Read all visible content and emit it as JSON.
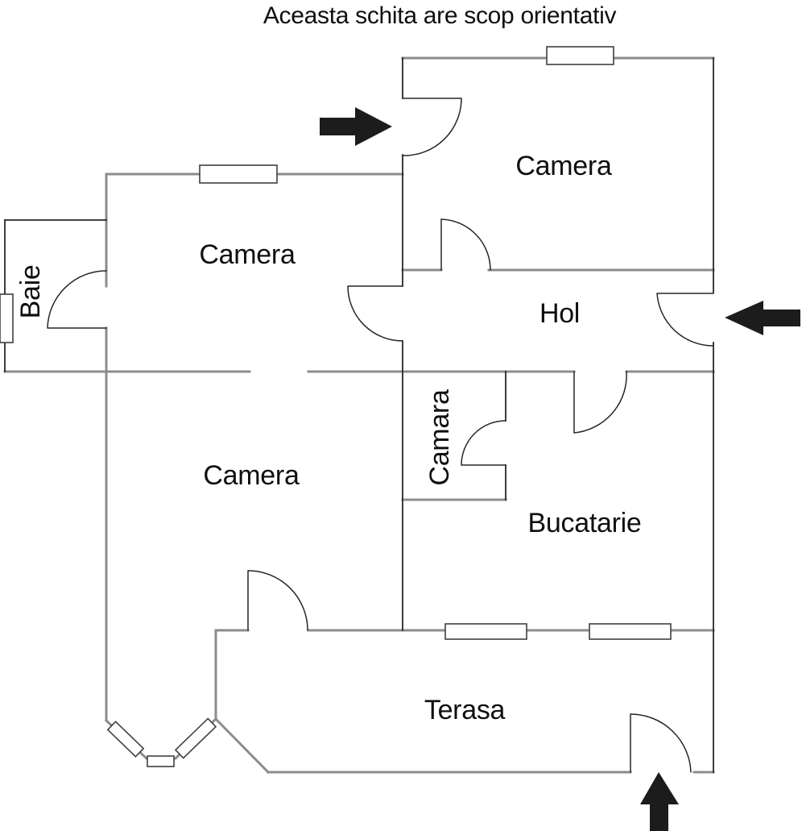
{
  "title": "Aceasta schita are scop orientativ",
  "rooms": {
    "camera_top": {
      "label": "Camera"
    },
    "camera_mid": {
      "label": "Camera"
    },
    "camera_bottom": {
      "label": "Camera"
    },
    "baie": {
      "label": "Baie"
    },
    "hol": {
      "label": "Hol"
    },
    "camara": {
      "label": "Camara"
    },
    "bucatarie": {
      "label": "Bucatarie"
    },
    "terasa": {
      "label": "Terasa"
    }
  },
  "entrances": [
    {
      "name": "upper-entrance-arrow",
      "direction": "right"
    },
    {
      "name": "main-entrance-arrow",
      "direction": "left"
    },
    {
      "name": "terrace-entrance-arrow",
      "direction": "up"
    }
  ],
  "colors": {
    "background": "#ffffff",
    "wall": "#8c8c8c",
    "line": "#262626",
    "window": "#3f3f3f",
    "arrow": "#1c1c1c",
    "text": "#0f0f0f"
  }
}
